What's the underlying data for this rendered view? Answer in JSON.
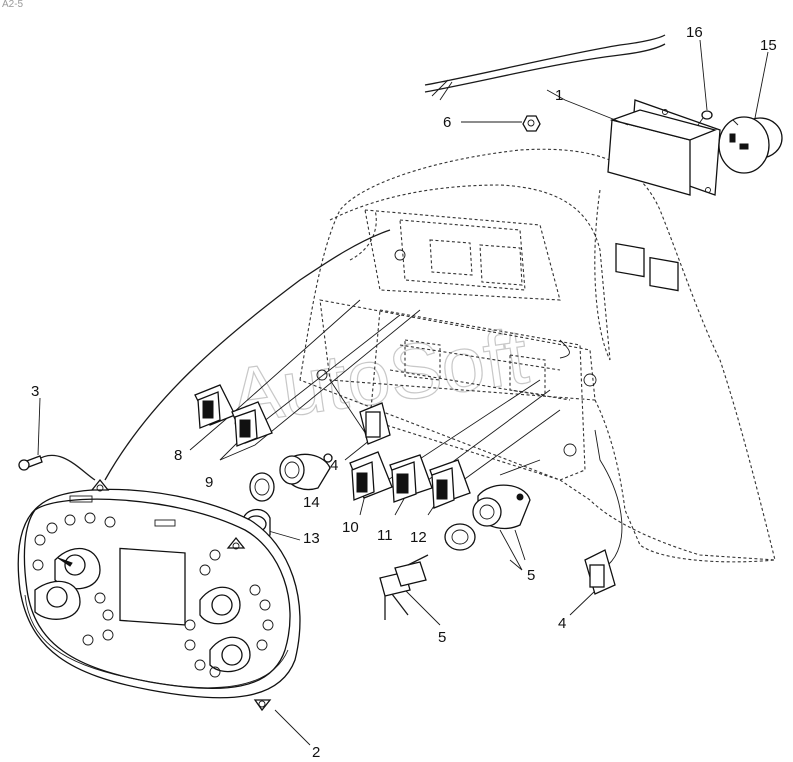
{
  "watermark": "AutoSoft",
  "corner_code": "A2-5",
  "callouts": [
    {
      "id": "c1",
      "label": "1"
    },
    {
      "id": "c2",
      "label": "2"
    },
    {
      "id": "c3",
      "label": "3"
    },
    {
      "id": "c4a",
      "label": "4"
    },
    {
      "id": "c4b",
      "label": "4"
    },
    {
      "id": "c5a",
      "label": "5"
    },
    {
      "id": "c5b",
      "label": "5"
    },
    {
      "id": "c6",
      "label": "6"
    },
    {
      "id": "c8",
      "label": "8"
    },
    {
      "id": "c9",
      "label": "9"
    },
    {
      "id": "c10",
      "label": "10"
    },
    {
      "id": "c11",
      "label": "11"
    },
    {
      "id": "c12",
      "label": "12"
    },
    {
      "id": "c13",
      "label": "13"
    },
    {
      "id": "c14",
      "label": "14"
    },
    {
      "id": "c15",
      "label": "15"
    },
    {
      "id": "c16",
      "label": "16"
    }
  ]
}
